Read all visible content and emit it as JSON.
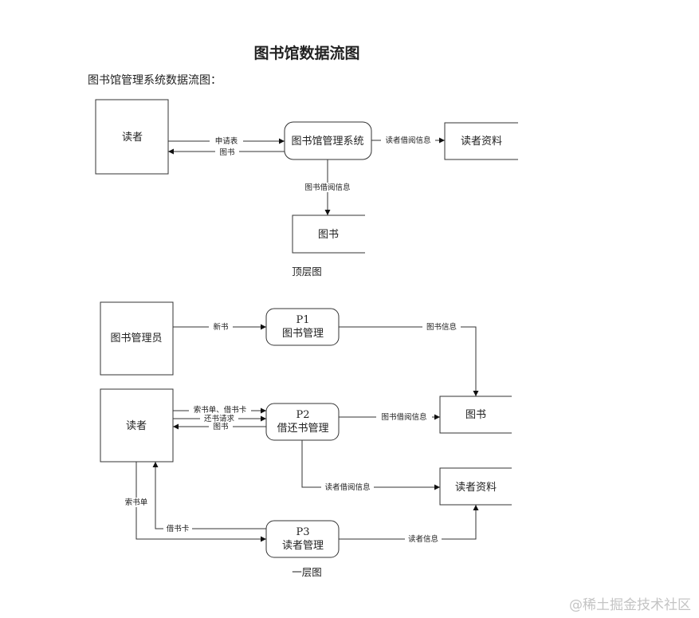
{
  "title": "图书馆数据流图",
  "subtitle": "图书馆管理系统数据流图：",
  "top_level": {
    "caption": "顶层图",
    "reader": "读者",
    "system": "图书馆管理系统",
    "reader_data": "读者资料",
    "books": "图书",
    "flows": {
      "application_form": "申请表",
      "books_out": "图书",
      "reader_borrow_info": "读者借阅信息",
      "book_borrow_info": "图书借阅信息"
    }
  },
  "level_one": {
    "caption": "一层图",
    "librarian": "图书管理员",
    "reader": "读者",
    "p1": {
      "id": "P1",
      "name": "图书管理"
    },
    "p2": {
      "id": "P2",
      "name": "借还书管理"
    },
    "p3": {
      "id": "P3",
      "name": "读者管理"
    },
    "books": "图书",
    "reader_data": "读者资料",
    "flows": {
      "new_books": "新书",
      "book_info": "图书信息",
      "request_slip_card": "索书单、借书卡",
      "return_request": "还书请求",
      "books_out": "图书",
      "book_borrow_info": "图书借阅信息",
      "reader_borrow_info": "读者借阅信息",
      "request_slip": "索书单",
      "borrow_card": "借书卡",
      "reader_info": "读者信息"
    }
  },
  "watermark": "@稀土掘金技术社区"
}
